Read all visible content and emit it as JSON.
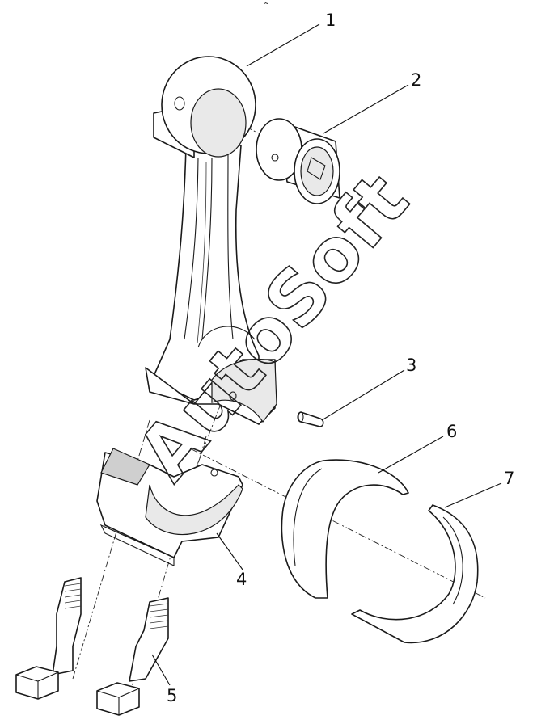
{
  "callouts": [
    "1",
    "2",
    "3",
    "4",
    "5",
    "6",
    "7"
  ],
  "watermark": "AutoSoft",
  "top_mark": "˜"
}
